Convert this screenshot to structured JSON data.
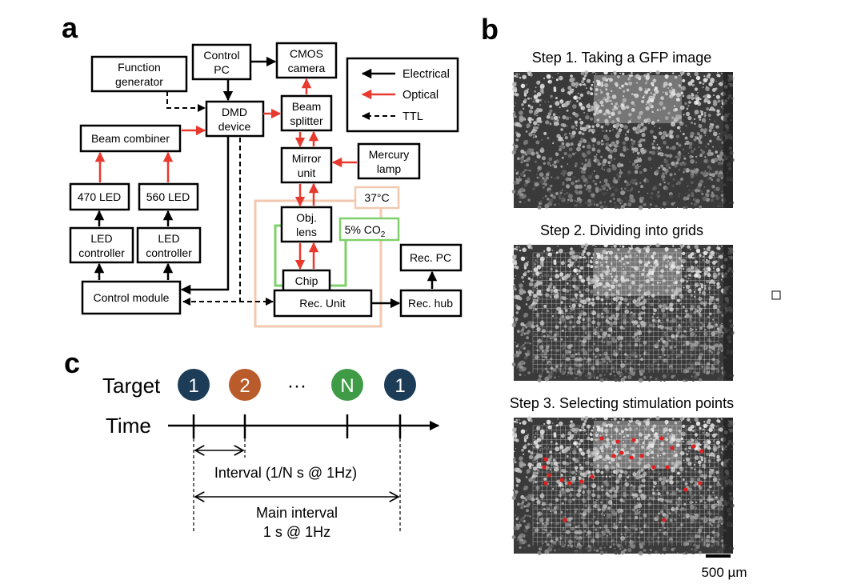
{
  "panels": {
    "a": "a",
    "b": "b",
    "c": "c"
  },
  "diagram": {
    "blocks": {
      "function_generator": [
        "Function",
        "generator"
      ],
      "control_pc": [
        "Control",
        "PC"
      ],
      "cmos_camera": [
        "CMOS",
        "camera"
      ],
      "dmd_device": [
        "DMD",
        "device"
      ],
      "beam_splitter": [
        "Beam",
        "splitter"
      ],
      "beam_combiner": [
        "Beam combiner"
      ],
      "mirror_unit": [
        "Mirror",
        "unit"
      ],
      "mercury_lamp": [
        "Mercury",
        "lamp"
      ],
      "led_470": [
        "470 LED"
      ],
      "led_560": [
        "560 LED"
      ],
      "obj_lens": [
        "Obj.",
        "lens"
      ],
      "led_controller_1": [
        "LED",
        "controller"
      ],
      "led_controller_2": [
        "LED",
        "controller"
      ],
      "chip": [
        "Chip"
      ],
      "rec_pc": [
        "Rec. PC"
      ],
      "control_module": [
        "Control module"
      ],
      "rec_unit": [
        "Rec. Unit"
      ],
      "rec_hub": [
        "Rec. hub"
      ]
    },
    "temperature_label": "37°C",
    "co2_label_main": "5% CO",
    "co2_label_sub": "2",
    "legend": {
      "electrical": "Electrical",
      "optical": "Optical",
      "ttl": "TTL"
    },
    "colors": {
      "electrical": "#000000",
      "optical": "#e8392e",
      "incubator": "#f2c9b0",
      "co2_chamber": "#7fcf6a"
    }
  },
  "steps": [
    {
      "title": "Step 1. Taking a GFP image"
    },
    {
      "title": "Step 2. Dividing into grids"
    },
    {
      "title": "Step 3. Selecting stimulation points"
    }
  ],
  "scale_bar_label": "500 µm",
  "timeline": {
    "target_label": "Target",
    "time_label": "Time",
    "targets": [
      {
        "label": "1",
        "color": "#1d3c57"
      },
      {
        "label": "2",
        "color": "#b95b2a"
      },
      {
        "label": "N",
        "color": "#3f9b46"
      },
      {
        "label": "1",
        "color": "#1d3c57"
      }
    ],
    "ellipsis": "···",
    "interval_label": "Interval (1/N s @ 1Hz)",
    "main_interval_label": "Main interval",
    "main_interval_value": "1 s @ 1Hz"
  }
}
